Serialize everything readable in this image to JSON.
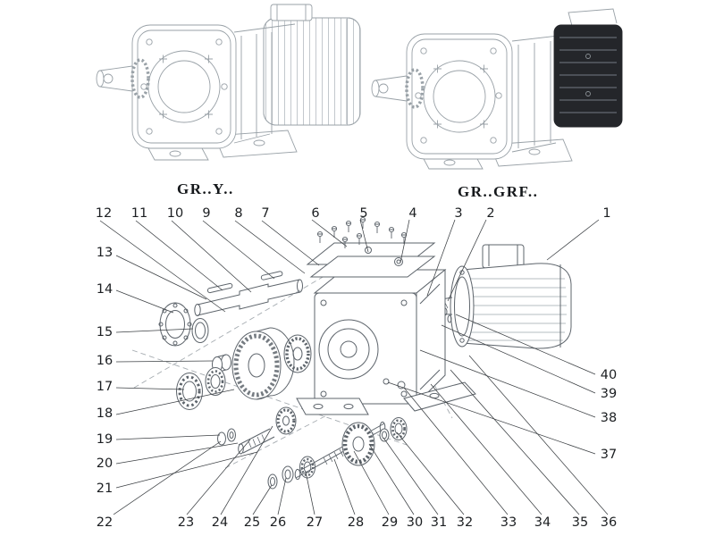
{
  "figure": {
    "left_view_label": "GR..Y..",
    "right_view_label": "GR..GRF.."
  },
  "callouts": {
    "1": "1",
    "2": "2",
    "3": "3",
    "4": "4",
    "5": "5",
    "6": "6",
    "7": "7",
    "8": "8",
    "9": "9",
    "10": "10",
    "11": "11",
    "12": "12",
    "13": "13",
    "14": "14",
    "15": "15",
    "16": "16",
    "17": "17",
    "18": "18",
    "19": "19",
    "20": "20",
    "21": "21",
    "22": "22",
    "23": "23",
    "24": "24",
    "25": "25",
    "26": "26",
    "27": "27",
    "28": "28",
    "29": "29",
    "30": "30",
    "31": "31",
    "32": "32",
    "33": "33",
    "34": "34",
    "35": "35",
    "36": "36",
    "37": "37",
    "38": "38",
    "39": "39",
    "40": "40"
  }
}
